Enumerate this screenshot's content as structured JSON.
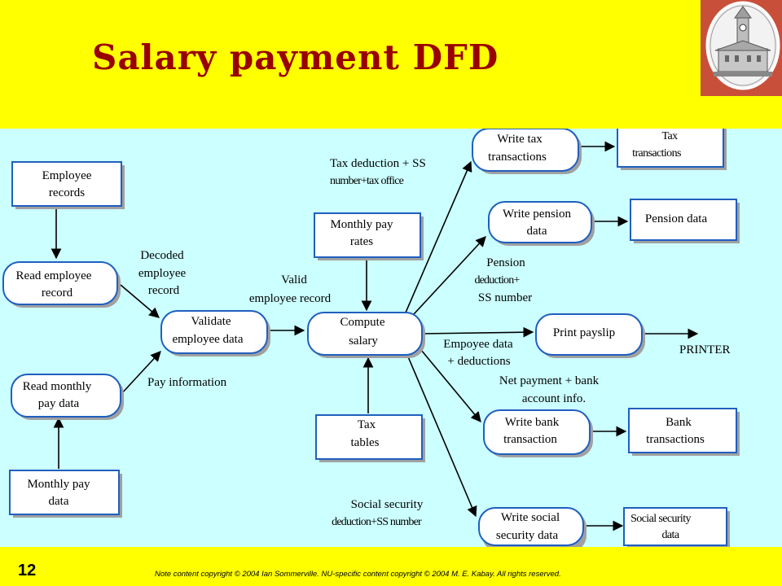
{
  "slide": {
    "title": "Salary payment DFD",
    "number": "12",
    "copyright": "Note content copyright © 2004 Ian Sommerville. NU-specific content copyright © 2004 M. E. Kabay. All rights reserved."
  },
  "nodes": {
    "employee_records": [
      "Employee",
      "records"
    ],
    "read_employee_record": [
      "Read employee",
      "record"
    ],
    "read_monthly_pay_data": [
      "Read monthly",
      "pay data"
    ],
    "monthly_pay_data": [
      "Monthly pay",
      "data"
    ],
    "validate_employee_data": [
      "Validate",
      "employee data"
    ],
    "monthly_pay_rates": [
      "Monthly pay",
      "rates"
    ],
    "compute_salary": [
      "Compute",
      "salary"
    ],
    "tax_tables": [
      "Tax",
      "tables"
    ],
    "write_tax_transactions": [
      "Write tax",
      "transactions"
    ],
    "tax_transactions": [
      "Tax",
      "transactions"
    ],
    "write_pension_data": [
      "Write pension",
      "data"
    ],
    "pension_data": [
      "Pension data"
    ],
    "print_payslip": [
      "Print payslip"
    ],
    "printer": [
      "PRINTER"
    ],
    "write_bank_transaction": [
      "Write bank",
      "transaction"
    ],
    "bank_transactions": [
      "Bank",
      "transactions"
    ],
    "write_social_security_data": [
      "Write social",
      "security data"
    ],
    "social_security_data": [
      "Social security",
      "data"
    ]
  },
  "labels": {
    "decoded_employee_record": [
      "Decoded",
      "employee",
      "record"
    ],
    "valid_employee_record": [
      "Valid",
      "employee record"
    ],
    "pay_information": [
      "Pay information"
    ],
    "tax_deduction": [
      "Tax deduction + SS",
      "number+tax office"
    ],
    "pension_deduction": [
      "Pension",
      "deduction+",
      "SS number"
    ],
    "employee_data_deductions": [
      "Empoyee data",
      "+ deductions"
    ],
    "net_payment": [
      "Net payment + bank",
      "account info."
    ],
    "social_security_deduction": [
      "Social security",
      "deduction+SS number"
    ]
  },
  "colors": {
    "header": "#ffff00",
    "canvas": "#ccffff",
    "title": "#990000",
    "shape_border": "#1f5fbf",
    "shape_fill": "#ffffff",
    "shadow": "#a0a0a0"
  }
}
